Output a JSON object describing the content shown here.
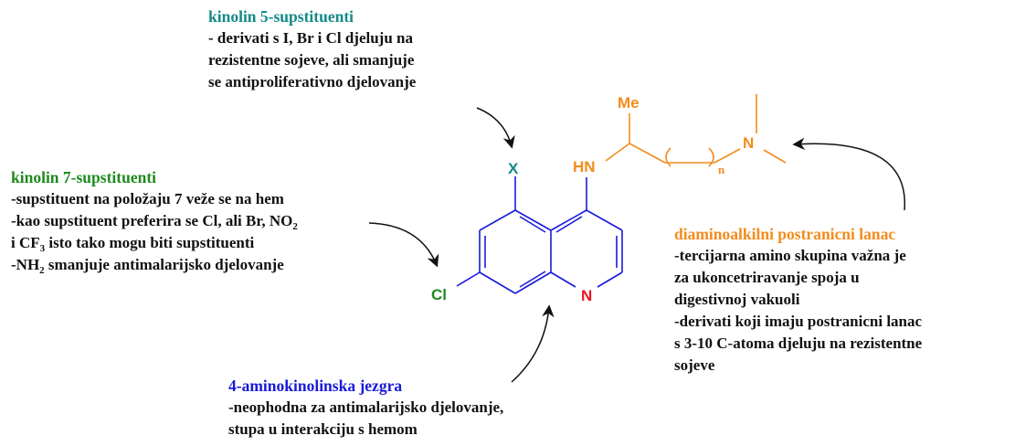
{
  "colors": {
    "teal": "#138a87",
    "green": "#1f8a1f",
    "blue": "#1a1ad9",
    "orange": "#f28c1c",
    "red": "#e8141d",
    "text": "#111111"
  },
  "notes": {
    "position5": {
      "title": "kinolin 5-supstituenti",
      "lines": [
        "- derivati s I, Br i Cl djeluju na",
        "rezistentne sojeve, ali smanjuje",
        "se antiproliferativno djelovanje"
      ]
    },
    "position7": {
      "title": "kinolin 7-supstituenti",
      "line1": "-supstituent na položaju 7 veže se na hem",
      "line2_before": "-kao supstituent preferira se Cl, ali Br, NO",
      "line2_sub": "2",
      "line3_before": "i CF",
      "line3_sub": "3",
      "line3_after": " isto tako mogu biti supstituenti",
      "line4_before": "-NH",
      "line4_sub": "2",
      "line4_after": " smanjuje antimalarijsko djelovanje"
    },
    "core": {
      "title": "4-aminokinolinska jezgra",
      "lines": [
        "-neophodna za antimalarijsko djelovanje,",
        "stupa u interakciju s hemom"
      ]
    },
    "sidechain": {
      "title": "diaminoalkilni postranicni lanac",
      "lines": [
        "-tercijarna amino skupina važna je",
        "za ukoncetriravanje spoja u",
        "digestivnoj vakuoli",
        "-derivati koji imaju postranicni lanac",
        "s 3-10 C-atoma djeluju na rezistentne",
        " sojeve"
      ]
    }
  },
  "atoms": {
    "x": "X",
    "cl": "Cl",
    "n_ring": "N",
    "hn": "HN",
    "me": "Me",
    "n_amine": "N",
    "n_repeat": "n"
  }
}
